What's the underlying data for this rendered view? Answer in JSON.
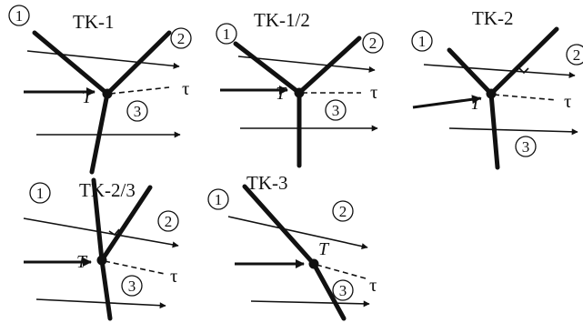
{
  "panels": [
    {
      "id": "tk1",
      "title": "TK-1",
      "t": "T",
      "tau": "τ",
      "n1": "1",
      "n2": "2",
      "n3": "3"
    },
    {
      "id": "tk12",
      "title": "TK-1/2",
      "t": "T",
      "tau": "τ",
      "n1": "1",
      "n2": "2",
      "n3": "3"
    },
    {
      "id": "tk2",
      "title": "TK-2",
      "t": "T",
      "tau": "τ",
      "n1": "1",
      "n2": "2",
      "n3": "3"
    },
    {
      "id": "tk23",
      "title": "TK-2/3",
      "t": "T",
      "tau": "τ",
      "n1": "1",
      "n2": "2",
      "n3": "3"
    },
    {
      "id": "tk3",
      "title": "TK-3",
      "t": "T",
      "tau": "τ",
      "n1": "1",
      "n2": "2",
      "n3": "3"
    }
  ]
}
